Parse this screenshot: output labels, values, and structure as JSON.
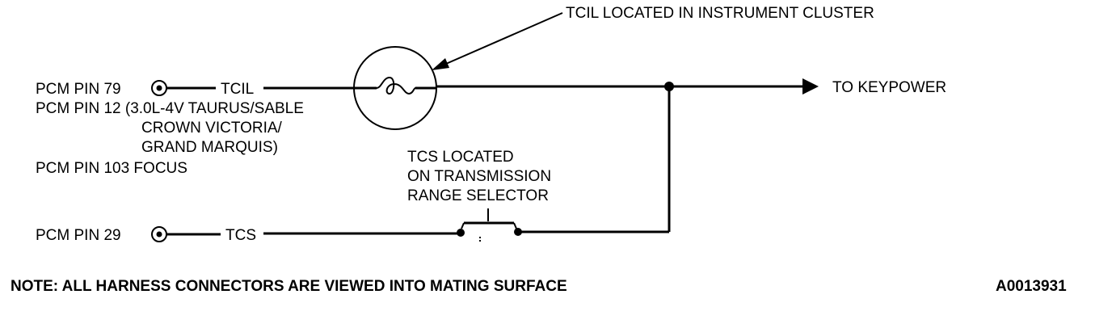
{
  "labels": {
    "tcil_location": "TCIL LOCATED IN INSTRUMENT CLUSTER",
    "pcm_pin_79": "PCM PIN 79",
    "tcil": "TCIL",
    "to_keypower": "TO KEYPOWER",
    "pcm_pin_12": "PCM PIN 12 (3.0L-4V TAURUS/SABLE",
    "crown_victoria": "CROWN VICTORIA/",
    "grand_marquis": "GRAND MARQUIS)",
    "pcm_pin_103": "PCM PIN 103 FOCUS",
    "tcs_location_1": "TCS LOCATED",
    "tcs_location_2": "ON TRANSMISSION",
    "tcs_location_3": "RANGE SELECTOR",
    "pcm_pin_29": "PCM PIN 29",
    "tcs": "TCS",
    "note": "NOTE:  ALL HARNESS CONNECTORS ARE VIEWED INTO MATING SURFACE",
    "figure_id": "A0013931"
  }
}
